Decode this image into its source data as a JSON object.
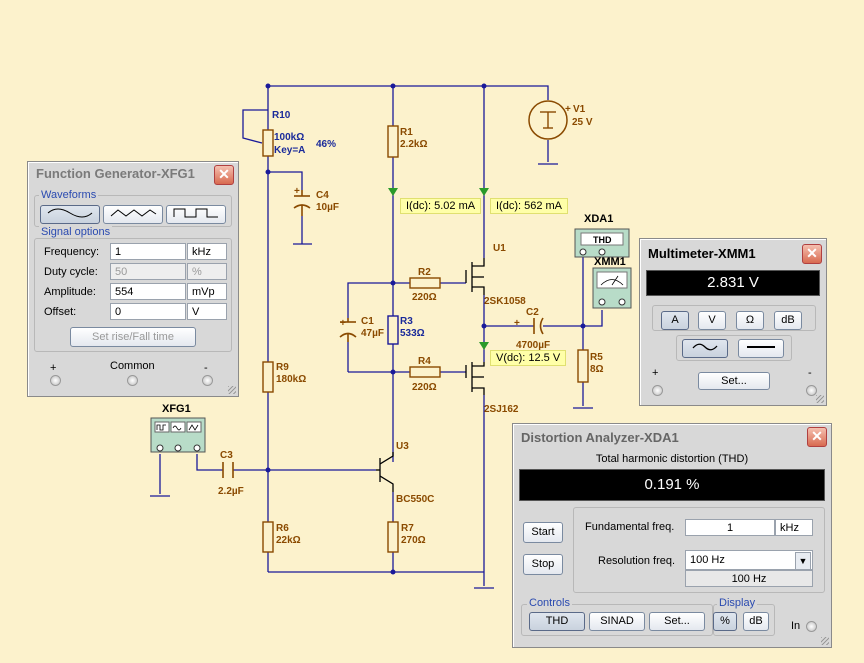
{
  "schematic": {
    "parts": {
      "r10": {
        "ref": "R10",
        "value": "100kΩ",
        "key": "Key=A",
        "setting": "46%"
      },
      "r1": {
        "ref": "R1",
        "value": "2.2kΩ"
      },
      "v1": {
        "ref": "V1",
        "value": "25 V",
        "plus": "+"
      },
      "c4": {
        "ref": "C4",
        "value": "10µF",
        "plus": "+"
      },
      "r2": {
        "ref": "R2",
        "value": "220Ω"
      },
      "u1": {
        "ref": "U1",
        "model": "2SK1058"
      },
      "xda1": {
        "ref": "XDA1",
        "label": "THD"
      },
      "xmm1": {
        "ref": "XMM1"
      },
      "c1": {
        "ref": "C1",
        "value": "47µF",
        "plus": "+"
      },
      "r3": {
        "ref": "R3",
        "value": "533Ω"
      },
      "c2": {
        "ref": "C2",
        "value": "4700µF",
        "plus": "+"
      },
      "r9": {
        "ref": "R9",
        "value": "180kΩ"
      },
      "r4": {
        "ref": "R4",
        "value": "220Ω"
      },
      "r5": {
        "ref": "R5",
        "value": "8Ω"
      },
      "u2": {
        "model": "2SJ162"
      },
      "xfg1": {
        "ref": "XFG1"
      },
      "c3": {
        "ref": "C3",
        "value": "2.2µF"
      },
      "u3": {
        "ref": "U3",
        "model": "BC550C"
      },
      "r6": {
        "ref": "R6",
        "value": "22kΩ"
      },
      "r7": {
        "ref": "R7",
        "value": "270Ω"
      }
    },
    "probes": {
      "p1": "I(dc): 5.02 mA",
      "p2": "I(dc): 562 mA",
      "p3": "V(dc): 12.5 V"
    }
  },
  "function_generator": {
    "title": "Function Generator-XFG1",
    "close": "✕",
    "waveforms_label": "Waveforms",
    "waveforms": [
      "sine",
      "triangle",
      "square"
    ],
    "selected_waveform": "sine",
    "signal_options_label": "Signal options",
    "rows": [
      {
        "label": "Frequency:",
        "value": "1",
        "unit": "kHz",
        "enabled": true
      },
      {
        "label": "Duty cycle:",
        "value": "50",
        "unit": "%",
        "enabled": false
      },
      {
        "label": "Amplitude:",
        "value": "554",
        "unit": "mVp",
        "enabled": true
      },
      {
        "label": "Offset:",
        "value": "0",
        "unit": "V",
        "enabled": true
      }
    ],
    "rise_fall_button": "Set rise/Fall time",
    "plus": "+",
    "common": "Common",
    "minus": "-"
  },
  "multimeter": {
    "title": "Multimeter-XMM1",
    "close": "✕",
    "reading": "2.831 V",
    "modes": [
      "A",
      "V",
      "Ω",
      "dB"
    ],
    "selected_mode": "A",
    "set_button": "Set...",
    "plus": "+",
    "minus": "-"
  },
  "distortion_analyzer": {
    "title": "Distortion Analyzer-XDA1",
    "close": "✕",
    "display_caption": "Total harmonic distortion (THD)",
    "reading": "0.191 %",
    "start_button": "Start",
    "stop_button": "Stop",
    "fundamental_label": "Fundamental freq.",
    "fundamental_value": "1",
    "fundamental_unit": "kHz",
    "resolution_label": "Resolution freq.",
    "resolution_value": "100 Hz",
    "resolution_readout": "100 Hz",
    "controls_label": "Controls",
    "thd_button": "THD",
    "sinad_button": "SINAD",
    "set_button": "Set...",
    "display_label": "Display",
    "percent_button": "%",
    "db_button": "dB",
    "input_label": "In"
  }
}
